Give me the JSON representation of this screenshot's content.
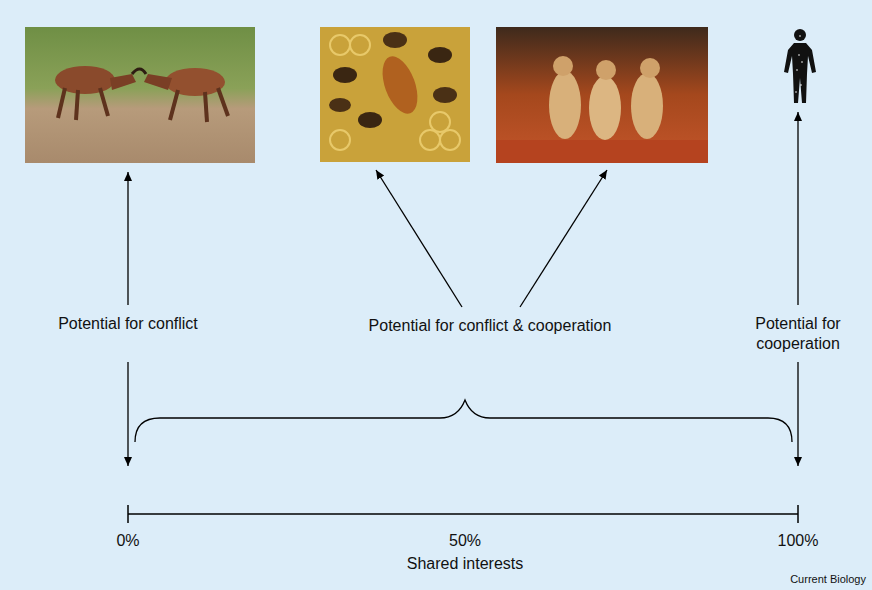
{
  "diagram": {
    "labels": [
      "Potential for conflict",
      "Potential for conflict & cooperation",
      "Potential for cooperation",
      "0%",
      "50%",
      "100%",
      "Shared interests",
      "Current Biology"
    ]
  }
}
